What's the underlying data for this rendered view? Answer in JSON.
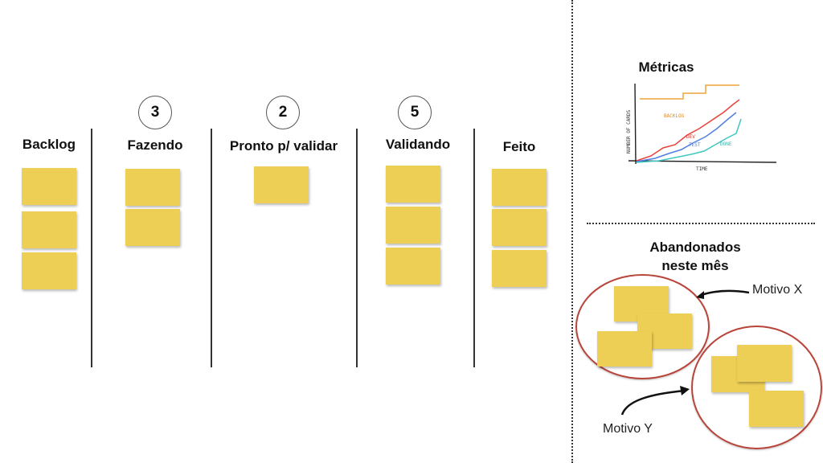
{
  "board": {
    "columns": [
      {
        "title": "Backlog",
        "wip": "",
        "cards": 3
      },
      {
        "title": "Fazendo",
        "wip": "3",
        "cards": 2
      },
      {
        "title": "Pronto p/ validar",
        "wip": "2",
        "cards": 1
      },
      {
        "title": "Validando",
        "wip": "5",
        "cards": 3
      },
      {
        "title": "Feito",
        "wip": "",
        "cards": 3
      }
    ],
    "card_color": "#eecf55"
  },
  "metrics": {
    "title": "Métricas",
    "chart_labels": {
      "ylabel": "NUMBER OF CARDS",
      "xlabel": "TIME",
      "backlog": "BACKLOG",
      "dev": "DEV",
      "test": "TEST",
      "done": "DONE"
    },
    "colors": {
      "backlog": "#f0a43a",
      "dev": "#e8413a",
      "test": "#4f7fe0",
      "done": "#3fc7c0"
    }
  },
  "abandoned": {
    "title_line1": "Abandonados",
    "title_line2": "neste mês",
    "reason_x": "Motivo X",
    "reason_y": "Motivo Y",
    "ring_color": "#b8443a"
  }
}
